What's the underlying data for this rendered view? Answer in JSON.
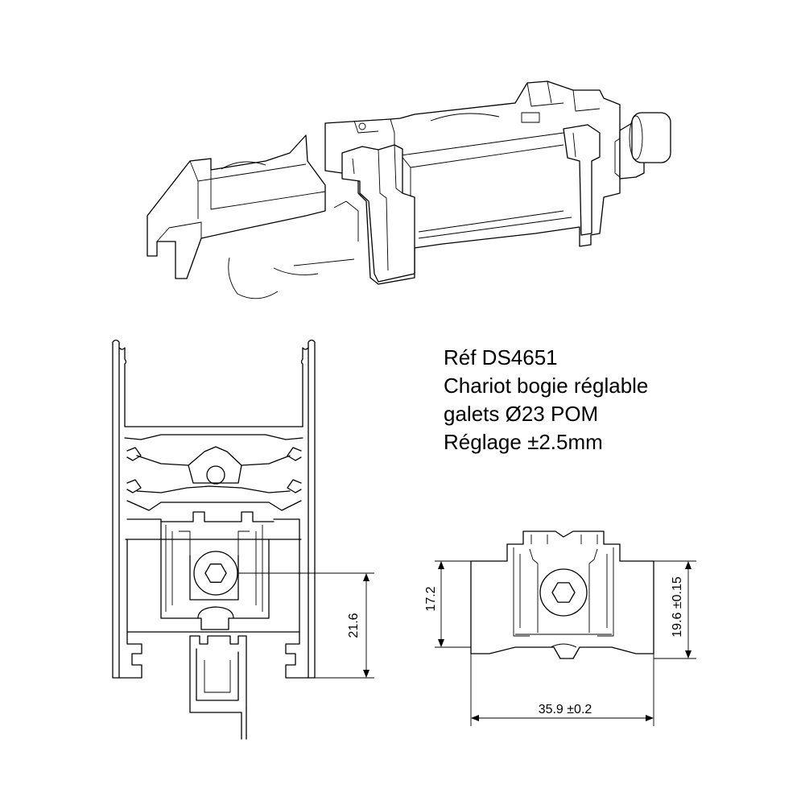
{
  "specs": {
    "reference": "Réf DS4651",
    "name": "Chariot bogie réglable",
    "wheels": "galets Ø23 POM",
    "adjustment": "Réglage ±2.5mm"
  },
  "dimensions": {
    "profile_height": "21.6",
    "carriage_height": "17.2",
    "carriage_height_total": "19.6 ±0.15",
    "carriage_width": "35.9 ±0.2"
  }
}
